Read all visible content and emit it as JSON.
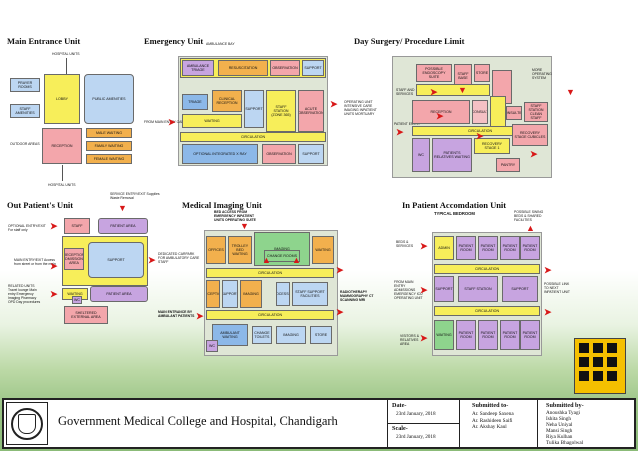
{
  "sections": {
    "main_entrance": {
      "title": "Main Entrance Unit",
      "hospital_units": "HOSPITAL UNITS",
      "prayer_rooms": "PRAYER ROOMS",
      "staff_amenities": "STAFF AMENITIES",
      "lobby": "LOBBY",
      "public_amenities": "PUBLIC AMENITIES",
      "outdoor_areas": "OUTDOOR AREAS",
      "reception": "RECEPTION",
      "male_waiting": "MALE WAITING",
      "family_waiting": "FAMILY WAITING",
      "female_waiting": "FEMALE WAITING",
      "hospital_units_bottom": "HOSPITAL UNITS"
    },
    "emergency": {
      "title": "Emergency Unit",
      "ambulance_bay": "AMBULANCE BAY",
      "ambulance_triage": "AMBULANCE TRIAGE",
      "resuscitation": "RESUSCITATION",
      "observation": "OBSERVATION",
      "support": "SUPPORT",
      "triage": "TRIAGE",
      "clinical_reception": "CLINICAL RECEPTION",
      "staff_station": "STAFF STATION (ZONE 365)",
      "acute_observation": "ACUTE OBSERVATION",
      "from_main_entry": "FROM MAIN ENTRY CAMPUS",
      "waiting": "WAITING",
      "circulation": "CIRCULATION",
      "operating_unit": "OPERATING UNIT INTENSIVE CARE IMAGING INPATIENT UNITS MORTUARY",
      "optional_integrated": "OPTIONAL INTEGRATED X RAY",
      "observation2": "OBSERVATION",
      "support2": "SUPPORT"
    },
    "day_surgery": {
      "title": "Day Surgery/ Procedure Limit",
      "possible_endoscopy": "POSSIBLE ENDOSCOPY SUITE",
      "staff_base": "STAFF BASE",
      "store": "STORE",
      "more_operating": "MORE OPERATING SYSTEM",
      "staff_and_services": "STAFF AND SERVICES",
      "patient_entry": "PATIENT ENTRY",
      "reception": "RECEPTION",
      "consult": "CONSULT",
      "consulting": "CONSULTING",
      "staff_station": "STAFF STATION CLEAN STAFF",
      "circulation": "CIRCULATION",
      "recovery_stage": "RECOVERY STAGE CUBICLES",
      "wc": "WC",
      "patients_relatives": "PATIENTS RELATIVES WAITING",
      "recovery_stage_1": "RECOVERY STAGE 1",
      "pantry": "PANTRY"
    },
    "out_patient": {
      "title": "Out Patient's Unit",
      "service_entry": "SERVICE ENTRY/EXIT Supplies Waste Removal",
      "optional_entry": "OPTIONAL ENTRY/EXIT For staff only",
      "staff": "STAFF",
      "patient_area": "PATIENT AREA",
      "main_entry": "MAIN ENTRY/EXIT Access from street or from the main",
      "reception": "RECEPTION ADMISSIONS AREA",
      "support": "SUPPORT",
      "dedicated_carparking": "DEDICATED CARPARK FOR AMBULATORY CARE STAFF",
      "related_units": "RELATED UNITS Travel lounge Main entry Emergency Imaging Pharmacy OPD Day procedures",
      "waiting": "WAITING",
      "wc": "WC",
      "patient_area2": "PATIENT AREA",
      "sheltered": "SHELTERED EXTERNAL AREA"
    },
    "imaging": {
      "title": "Medical Imaging Unit",
      "bed_access": "BED ACCESS FROM EMERGENCY INPATIENT UNITS OPERATING SUITE",
      "offices": "OFFICES",
      "trolley_bed_waiting": "TROLLEY BED WAITING",
      "imaging": "IMAGING",
      "change_rooms": "CHANGE ROOMS",
      "waiting": "WAITING",
      "circulation": "CIRCULATION",
      "reception": "RECEPTION",
      "support": "SUPPORT",
      "imaging2": "IMAGING",
      "processing": "PROCESSING",
      "staff_support": "STAFF SUPPORT FACILITIES",
      "radiotherapy": "RADIOTHERAPY MAMMOGRAPHY CT SCANNING MRI",
      "main_entrance": "MAIN ENTRANCE BY AMBULANT PATIENTS",
      "ambulant_waiting": "AMBULANT WAITING",
      "change_toilets": "CHANGE TOILETS",
      "imaging3": "IMAGING",
      "store": "STORE",
      "wc": "WC"
    },
    "in_patient": {
      "title": "In Patient Accomdation Unit",
      "typical_bedroom": "TYPICAL BEDROOM",
      "possible_swing": "POSSIBLE SWING BEDS & SHARED FACILITIES",
      "beds_services": "BEDS & SERVICES",
      "admin": "ADMIN",
      "patient_room": "PATIENT ROOM",
      "circulation": "CIRCULATION",
      "from_main_entrance": "FROM MAIN ENTRY ADMISSIONS EMERGENCY ICU OPERATING UNIT",
      "support": "SUPPORT",
      "staff_station": "STAFF STATION",
      "possible_link": "POSSIBLE LINK TO NEXT INPATIENT UNIT",
      "visitors": "VISITORS & RELATIVES AREA",
      "waiting": "WAITING"
    }
  },
  "title_block": {
    "project": "Government Medical College and Hospital, Chandigarh",
    "date_label": "Date-",
    "date_value": "23rd January, 2018",
    "scale_label": "Scale-",
    "scale_value": "23rd January, 2018",
    "submitted_to_label": "Submitted to-",
    "submitted_to": [
      "Ar. Sandeep Saxena",
      "Ar. Rashideen Saifi",
      "Ar. Akshay Kaul"
    ],
    "submitted_by_label": "Submitted by-",
    "submitted_by": [
      "Anoushka Tyagi",
      "Ishita Singh",
      "Neha Uniyal",
      "Mansi Singh",
      "Riya Kulhan",
      "Tulika Bhagolwal"
    ]
  },
  "colors": {
    "accent_arrow": "#d81818",
    "legend_bg": "#f5c000"
  }
}
